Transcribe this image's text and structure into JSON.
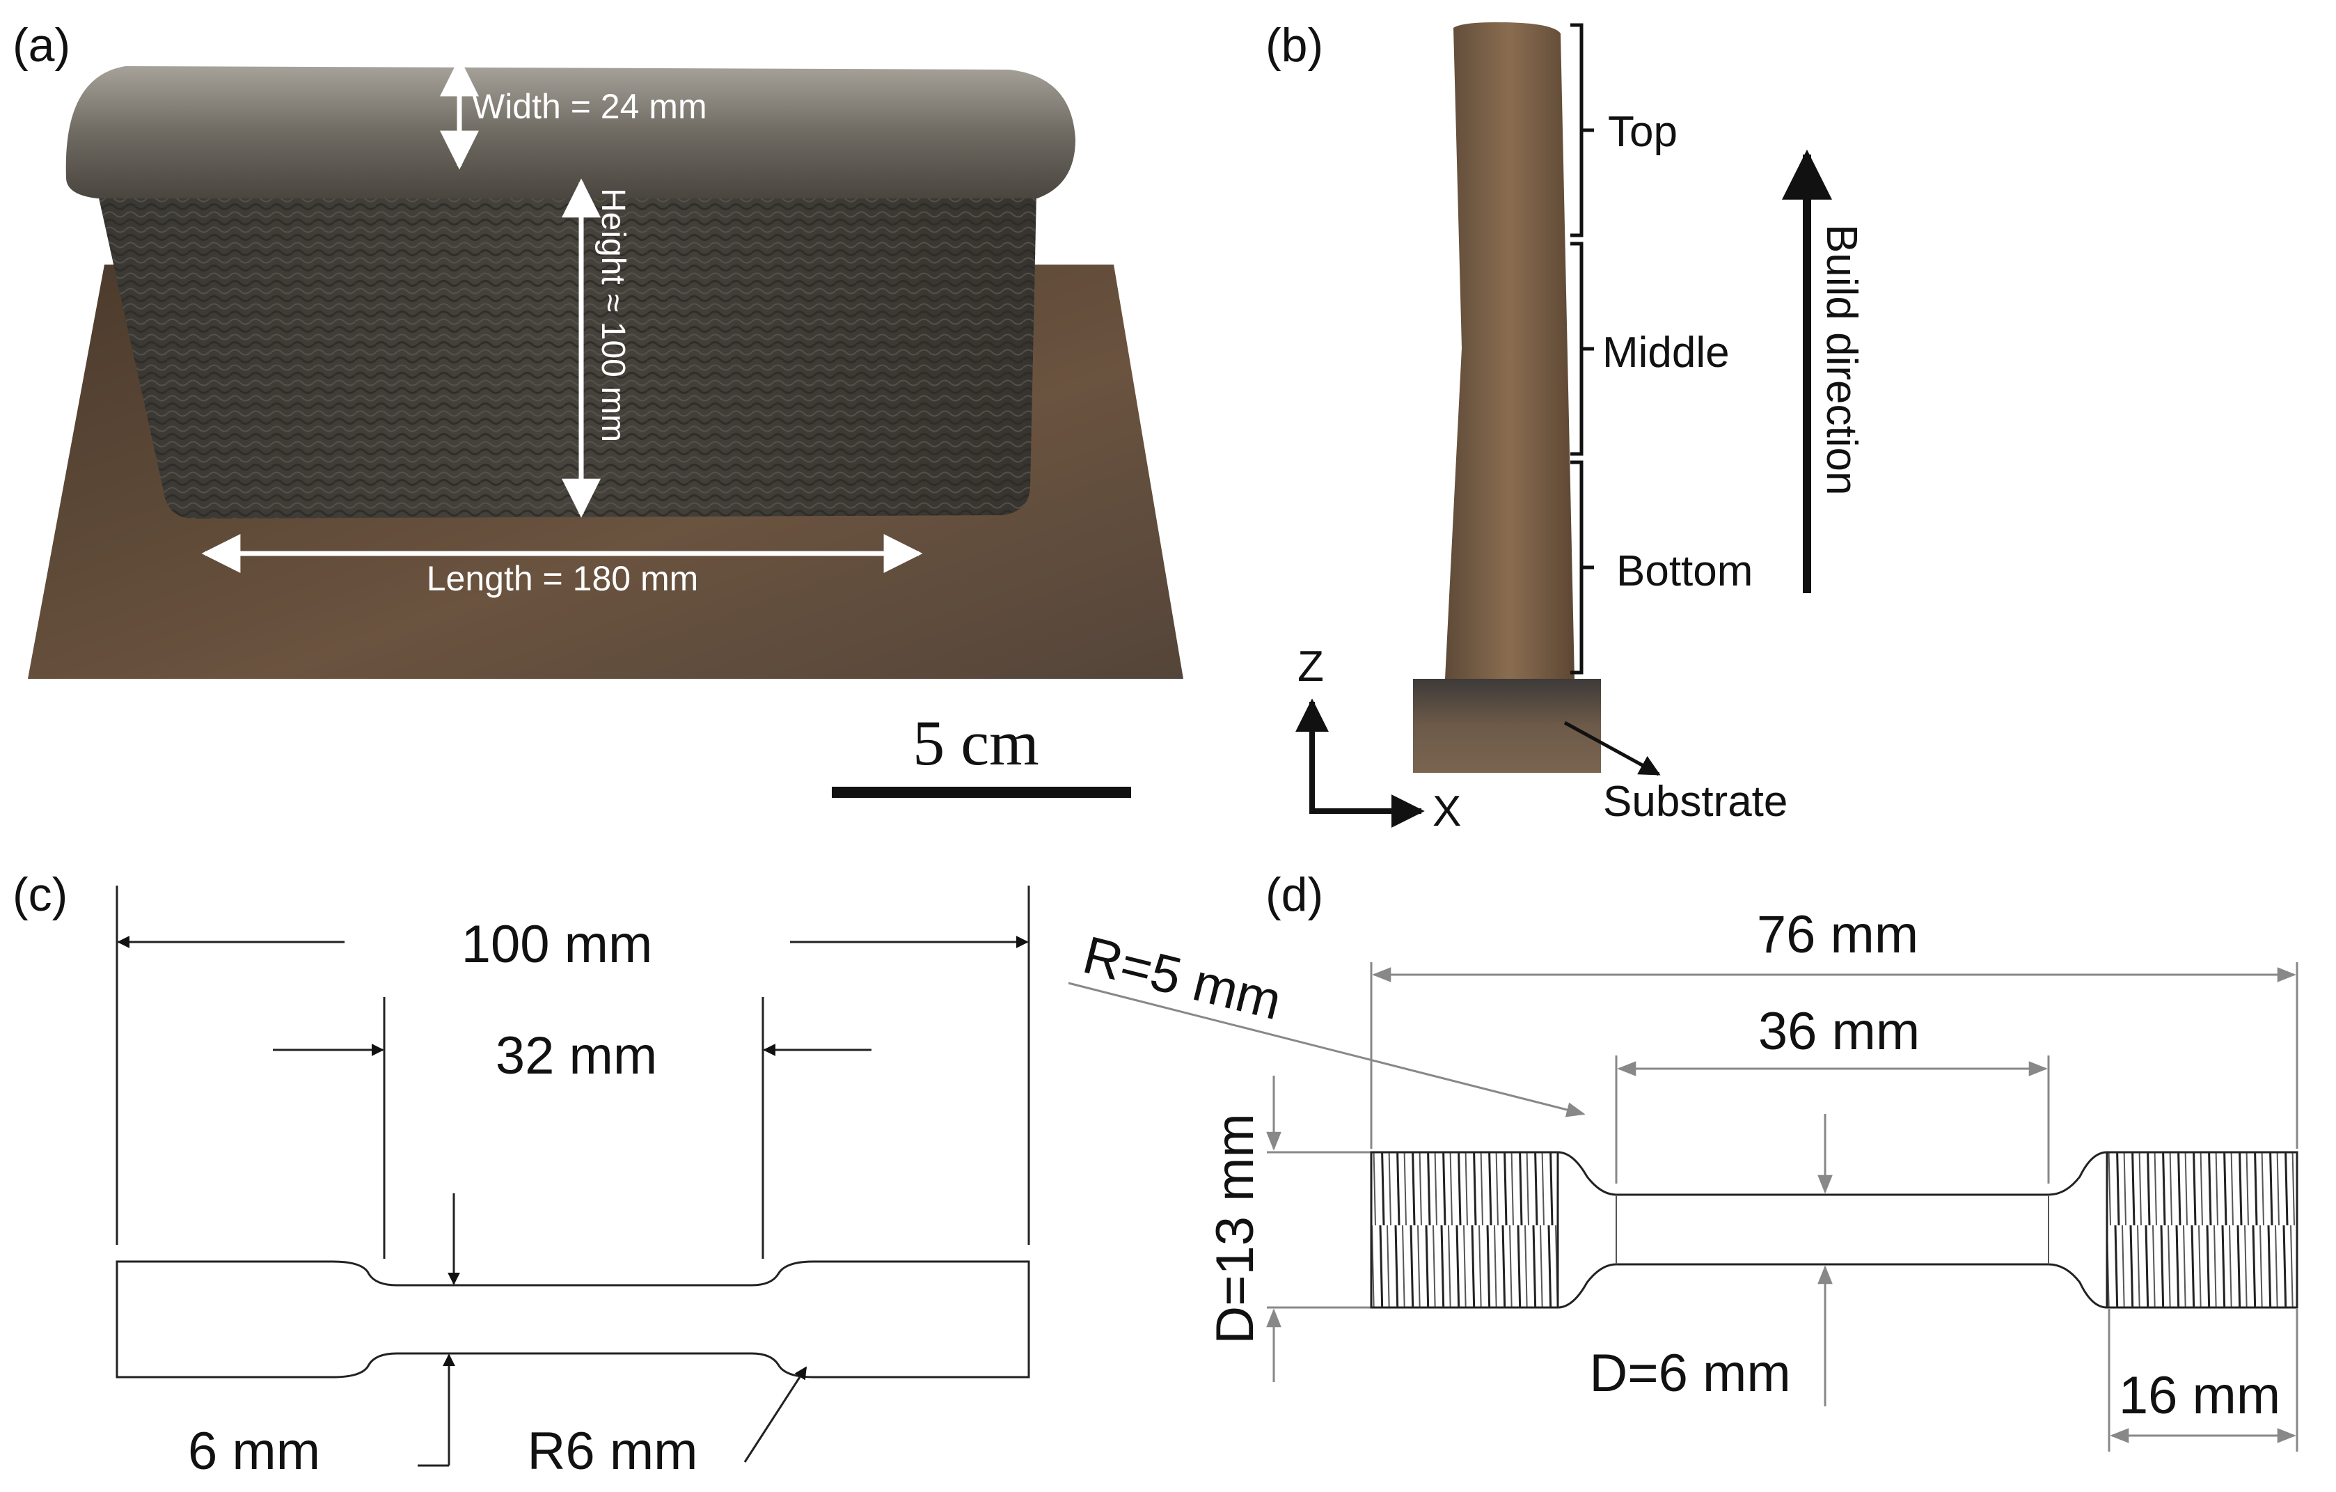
{
  "panels": {
    "a": {
      "label": "(a)",
      "width_label": "Width = 24 mm",
      "height_label": "Height ≈ 100 mm",
      "length_label": "Length = 180 mm",
      "scale_bar_label": "5 cm"
    },
    "b": {
      "label": "(b)",
      "regions": [
        "Top",
        "Middle",
        "Bottom"
      ],
      "build_direction": "Build direction",
      "substrate": "Substrate",
      "axis_z": "Z",
      "axis_x": "X"
    },
    "c": {
      "label": "(c)",
      "overall_length": "100 mm",
      "gauge_length": "32 mm",
      "gauge_width": "6 mm",
      "fillet_radius": "R6 mm"
    },
    "d": {
      "label": "(d)",
      "overall_length": "76 mm",
      "fillet_radius": "R=5 mm",
      "gauge_length": "36 mm",
      "grip_diameter": "D=13 mm",
      "gauge_diameter": "D=6 mm",
      "thread_length": "16 mm"
    }
  },
  "colors": {
    "metal_dark": "#3f3a34",
    "substrate": "#5b4636",
    "sample_b": "#7a6149",
    "dimension_line": "#909090",
    "text": "#111111"
  }
}
